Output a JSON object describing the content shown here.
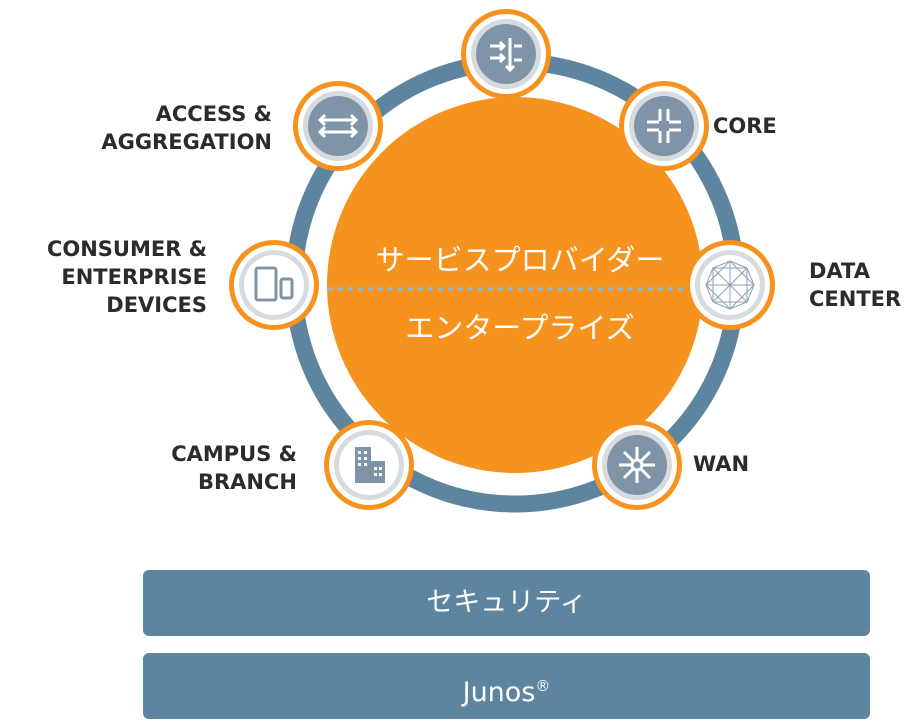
{
  "center": {
    "line1": "サービスプロバイダー",
    "line2": "エンタープライズ"
  },
  "nodes": [
    {
      "id": "top",
      "icon": "router-icon",
      "lines": []
    },
    {
      "id": "core",
      "icon": "core-router-icon",
      "lines": [
        "CORE"
      ]
    },
    {
      "id": "data-center",
      "icon": "mesh-network-icon",
      "lines": [
        "DATA",
        "CENTER"
      ]
    },
    {
      "id": "wan",
      "icon": "hub-arrows-icon",
      "lines": [
        "WAN"
      ]
    },
    {
      "id": "campus",
      "icon": "building-icon",
      "lines": [
        "CAMPUS &",
        "BRANCH"
      ]
    },
    {
      "id": "consumer",
      "icon": "tablet-phone-icon",
      "lines": [
        "CONSUMER &",
        "ENTERPRISE",
        "DEVICES"
      ]
    },
    {
      "id": "access",
      "icon": "switch-icon",
      "lines": [
        "ACCESS &",
        "AGGREGATION"
      ]
    }
  ],
  "bars": {
    "security": "セキュリティ",
    "os": "Junos",
    "os_mark": "®"
  },
  "colors": {
    "orange": "#f6921e",
    "ring": "#5e859f",
    "icon_gray": "#7f95a7",
    "white": "#ffffff"
  }
}
